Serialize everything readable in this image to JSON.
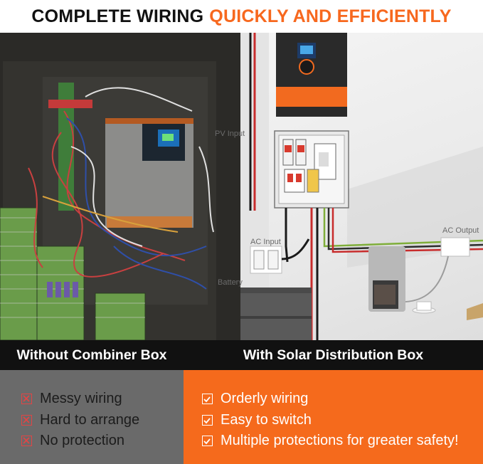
{
  "headline": {
    "dark": "COMPLETE WIRING",
    "accent": "QUICKLY AND EFFICIENTLY"
  },
  "photo_labels": {
    "pv_input": "PV Input",
    "ac_input": "AC Input",
    "ac_output": "AC Output",
    "battery": "Battery"
  },
  "left_panel": {
    "title": "Without Combiner Box",
    "items": [
      {
        "label": "Messy wiring",
        "icon": "x-box-icon"
      },
      {
        "label": "Hard to arrange",
        "icon": "x-box-icon"
      },
      {
        "label": "No protection",
        "icon": "x-box-icon"
      }
    ]
  },
  "right_panel": {
    "title": "With Solar Distribution Box",
    "items": [
      {
        "label": "Orderly wiring",
        "icon": "check-box-icon"
      },
      {
        "label": "Easy to switch",
        "icon": "check-box-icon"
      },
      {
        "label": "Multiple protections for greater safety!",
        "icon": "check-box-icon"
      }
    ]
  },
  "colors": {
    "accent": "#f7681e",
    "right_panel_bg": "#f56a1c",
    "left_panel_bg": "#6a6a6a",
    "title_bar_bg": "#111111",
    "x_icon": "#e14545"
  }
}
